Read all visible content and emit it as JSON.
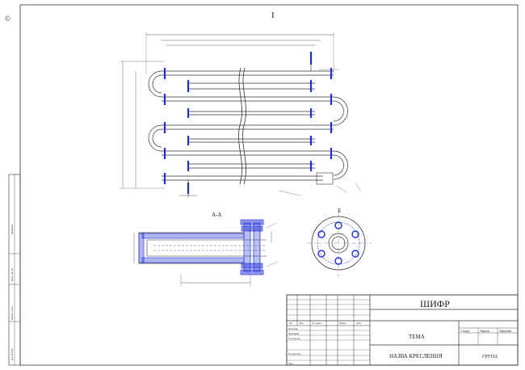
{
  "sheet": {
    "top_mark": "I",
    "corner_glyph": "©"
  },
  "side_stamp": {
    "labels": [
      "Інв. № підл.",
      "Підпис і дата",
      "Взам. інв. №",
      "Первинне"
    ]
  },
  "views": {
    "section_label": "А-А",
    "detail_label": "Б"
  },
  "title_block": {
    "code": "ШИФР",
    "theme": "ТЕМА",
    "drawing_name": "НАЗВА КРЕСЛЕННЯ",
    "group": "ГРУПА",
    "stage_headers": [
      "Стадія",
      "Аркуш",
      "Аркушів"
    ],
    "revision_headers": [
      "Зм.",
      "Арк.",
      "№ докум.",
      "Підпис",
      "Дата"
    ],
    "roles": [
      "Розробив",
      "Перевірив",
      "Т. контроль",
      "",
      "Н. контроль",
      "Затв."
    ]
  }
}
